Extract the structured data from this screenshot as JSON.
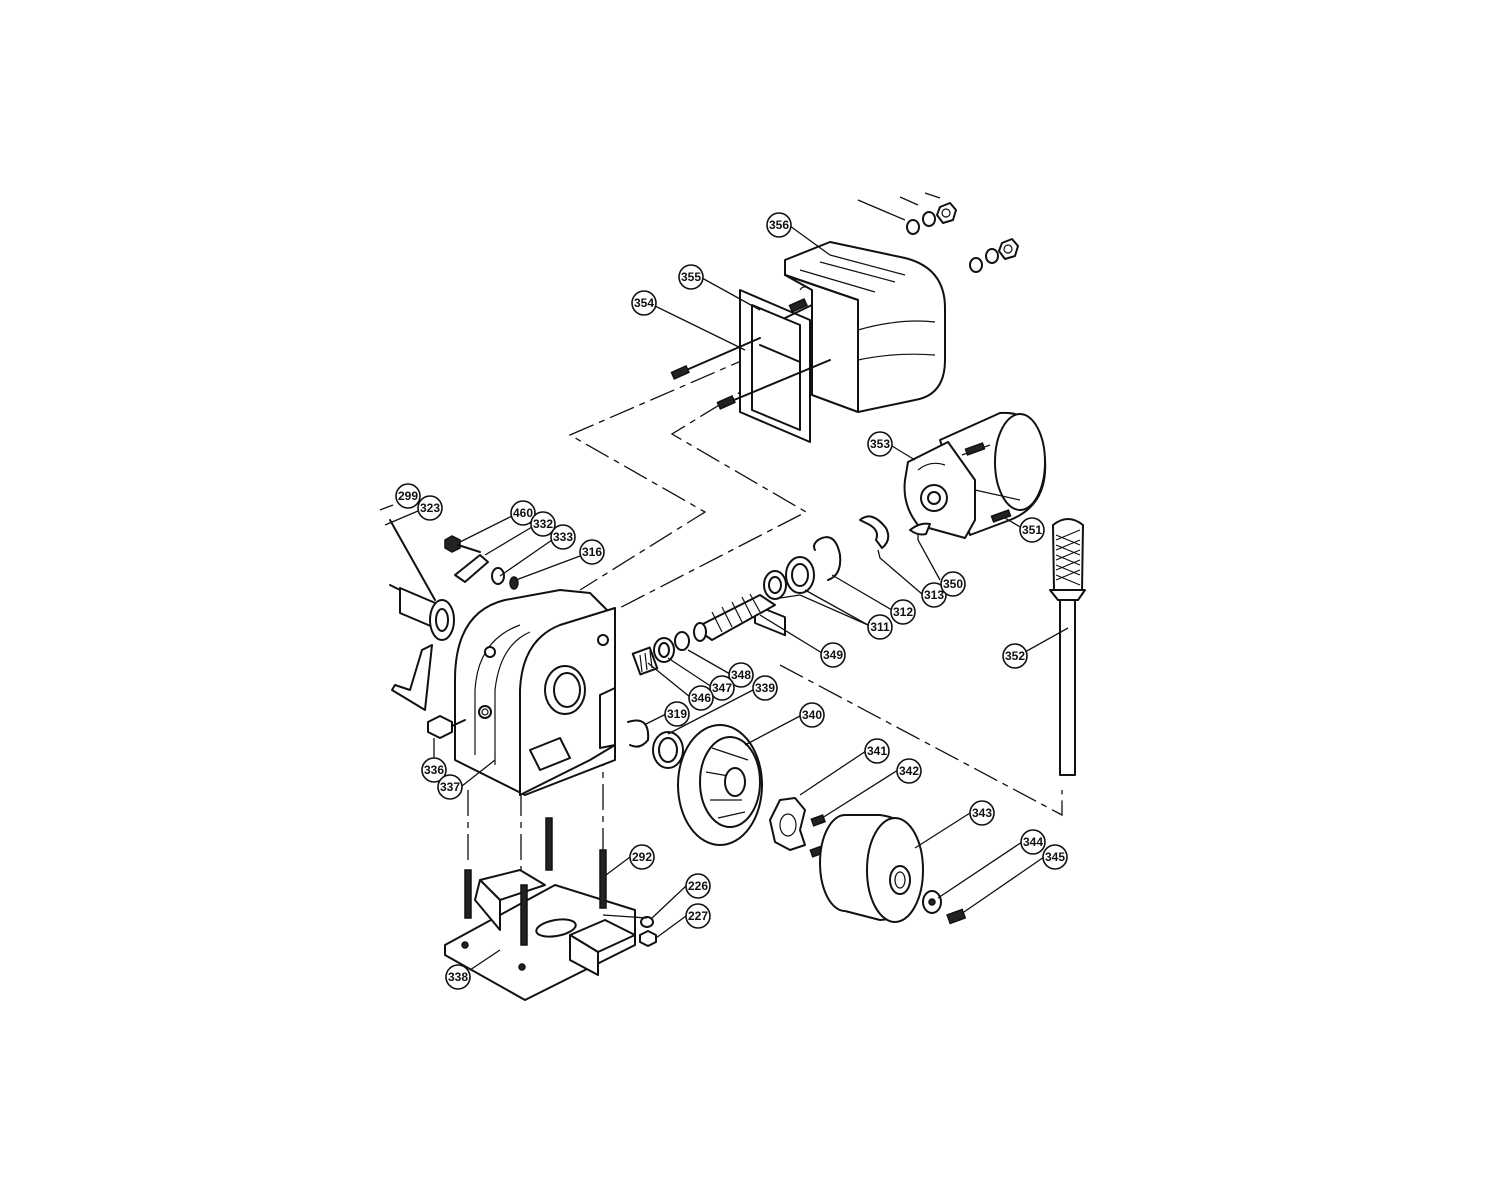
{
  "callouts": [
    {
      "id": "356",
      "label": "356"
    },
    {
      "id": "355",
      "label": "355"
    },
    {
      "id": "354",
      "label": "354"
    },
    {
      "id": "353",
      "label": "353"
    },
    {
      "id": "351",
      "label": "351"
    },
    {
      "id": "299",
      "label": "299"
    },
    {
      "id": "323",
      "label": "323"
    },
    {
      "id": "460",
      "label": "460"
    },
    {
      "id": "332",
      "label": "332"
    },
    {
      "id": "333",
      "label": "333"
    },
    {
      "id": "316",
      "label": "316"
    },
    {
      "id": "313",
      "label": "313"
    },
    {
      "id": "350",
      "label": "350"
    },
    {
      "id": "312",
      "label": "312"
    },
    {
      "id": "311",
      "label": "311"
    },
    {
      "id": "349",
      "label": "349"
    },
    {
      "id": "352",
      "label": "352"
    },
    {
      "id": "348",
      "label": "348"
    },
    {
      "id": "347",
      "label": "347"
    },
    {
      "id": "346",
      "label": "346"
    },
    {
      "id": "339",
      "label": "339"
    },
    {
      "id": "319",
      "label": "319"
    },
    {
      "id": "340",
      "label": "340"
    },
    {
      "id": "336",
      "label": "336"
    },
    {
      "id": "337",
      "label": "337"
    },
    {
      "id": "341",
      "label": "341"
    },
    {
      "id": "342",
      "label": "342"
    },
    {
      "id": "343",
      "label": "343"
    },
    {
      "id": "344",
      "label": "344"
    },
    {
      "id": "345",
      "label": "345"
    },
    {
      "id": "292",
      "label": "292"
    },
    {
      "id": "226",
      "label": "226"
    },
    {
      "id": "227",
      "label": "227"
    },
    {
      "id": "338",
      "label": "338"
    }
  ]
}
